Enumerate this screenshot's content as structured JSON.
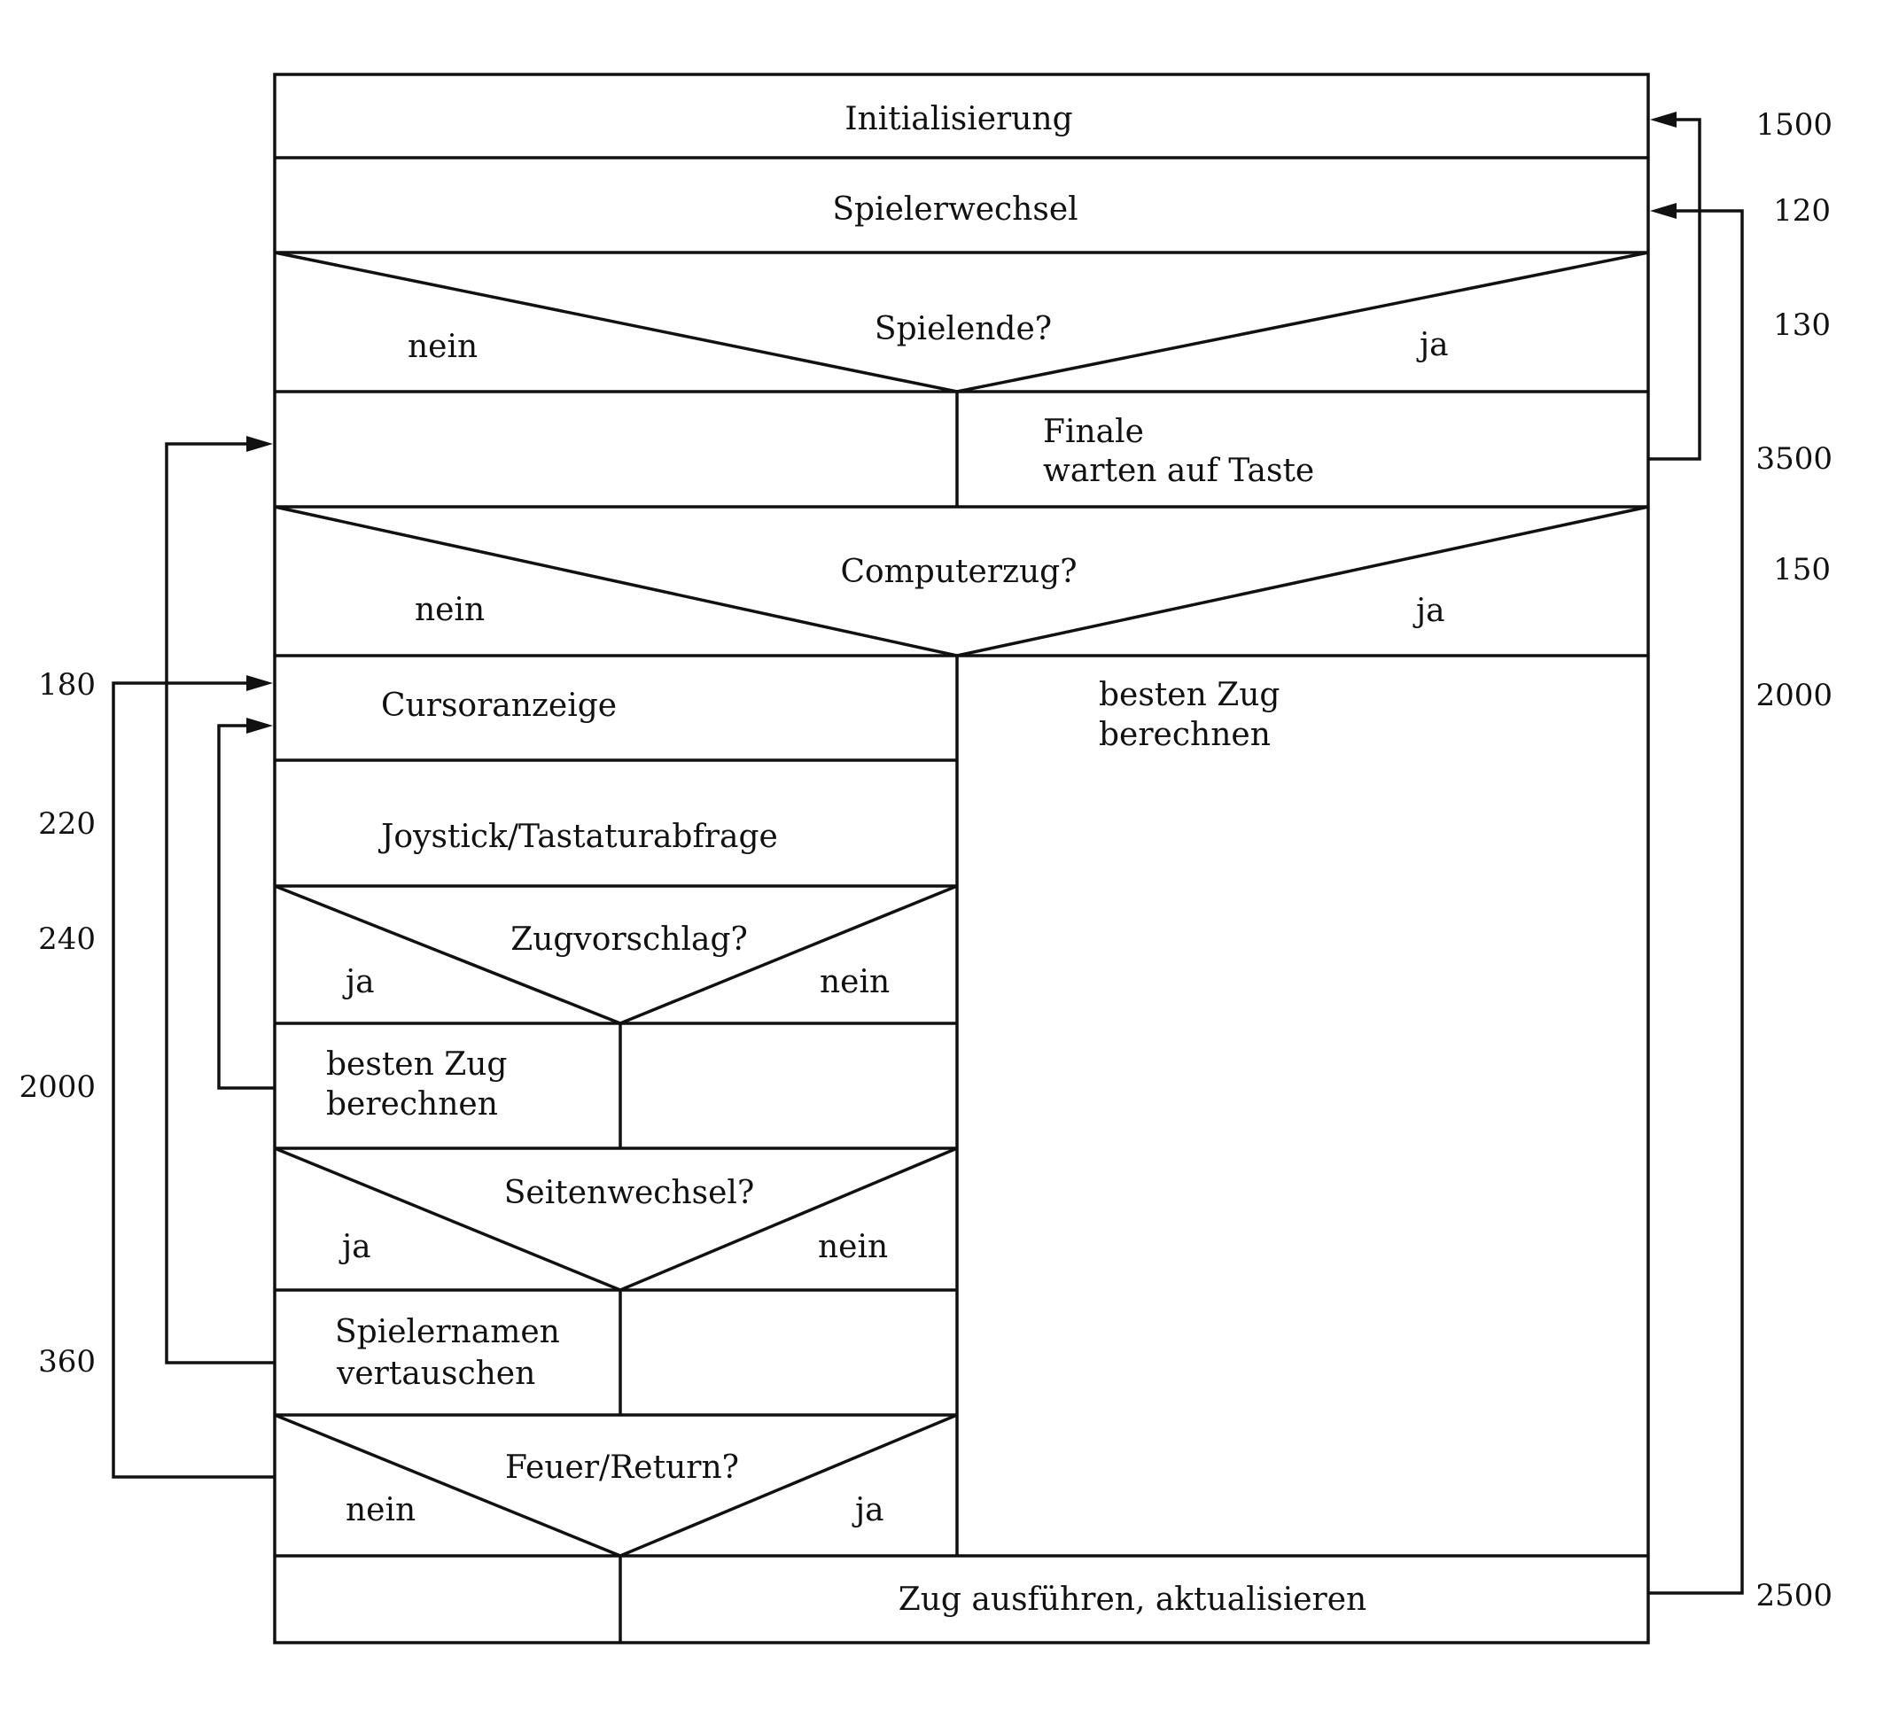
{
  "blocks": {
    "init": "Initialisierung",
    "player_change": "Spielerwechsel",
    "q_game_end": "Spielende?",
    "q_game_end_no": "nein",
    "q_game_end_yes": "ja",
    "finale_line1": "Finale",
    "finale_line2": "warten auf Taste",
    "q_computer_move": "Computerzug?",
    "q_computer_move_no": "nein",
    "q_computer_move_yes": "ja",
    "best_move_right_line1": "besten Zug",
    "best_move_right_line2": "berechnen",
    "cursor_display": "Cursoranzeige",
    "joystick_query": "Joystick/Tastaturabfrage",
    "q_move_suggestion": "Zugvorschlag?",
    "q_move_suggestion_yes": "ja",
    "q_move_suggestion_no": "nein",
    "best_move_left_line1": "besten Zug",
    "best_move_left_line2": "berechnen",
    "q_side_change": "Seitenwechsel?",
    "q_side_change_yes": "ja",
    "q_side_change_no": "nein",
    "swap_names_line1": "Spielernamen",
    "swap_names_line2": "vertauschen",
    "q_fire_return": "Feuer/Return?",
    "q_fire_return_no": "nein",
    "q_fire_return_yes": "ja",
    "execute_move": "Zug ausführen, aktualisieren"
  },
  "line_numbers_right": {
    "n1500": "1500",
    "n120": "120",
    "n130": "130",
    "n3500": "3500",
    "n150": "150",
    "n2000": "2000",
    "n2500": "2500"
  },
  "line_numbers_left": {
    "n180": "180",
    "n220": "220",
    "n240": "240",
    "n2000": "2000",
    "n360": "360"
  }
}
